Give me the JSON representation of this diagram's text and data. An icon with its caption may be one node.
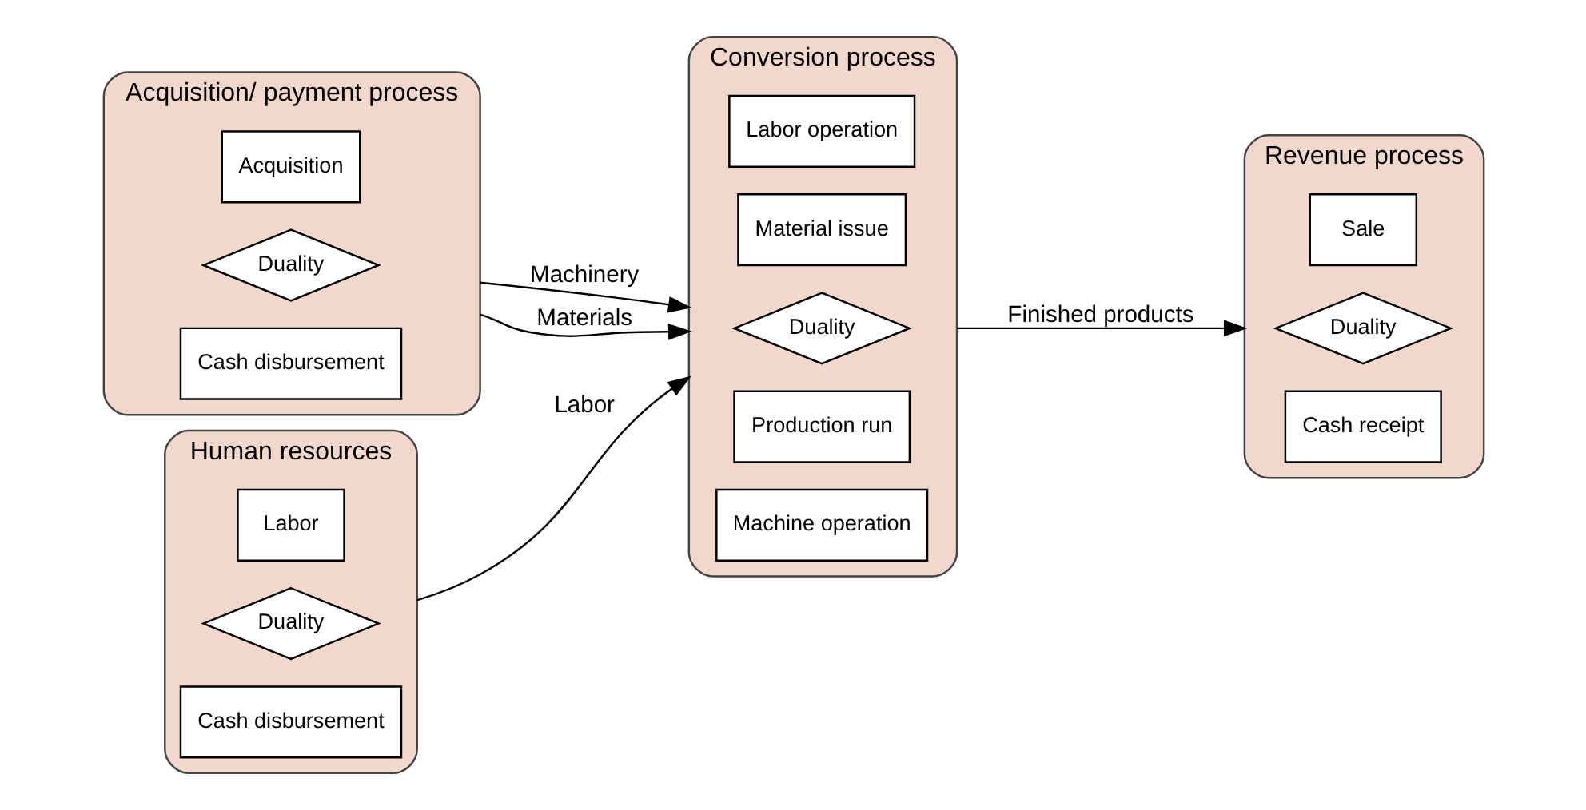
{
  "diagram": {
    "nodes": [
      {
        "text": [
          "Acquisition/ payment process"
        ]
      },
      {
        "text": [
          "Acquisition"
        ],
        "in": 0
      },
      {
        "text": [
          "Duality"
        ],
        "in": 0
      },
      {
        "text": [
          "Cash disbursement"
        ],
        "in": 0
      },
      {
        "text": [
          "Conversion process"
        ]
      },
      {
        "text": [
          "Labor operation"
        ],
        "in": 4
      },
      {
        "text": [
          "Material issue"
        ],
        "in": 4
      },
      {
        "text": [
          "Duality"
        ],
        "in": 4
      },
      {
        "text": [
          "Production run"
        ],
        "in": 4
      },
      {
        "text": [
          "Machine operation"
        ],
        "in": 4
      },
      {
        "text": [
          "Revenue process"
        ]
      },
      {
        "text": [
          "Sale"
        ],
        "in": 10
      },
      {
        "text": [
          "Duality"
        ],
        "in": 10
      },
      {
        "text": [
          "Cash receipt"
        ],
        "in": 10
      },
      {
        "text": [
          "Human resources"
        ]
      },
      {
        "text": [
          "Labor"
        ],
        "in": 14
      },
      {
        "text": [
          "Duality"
        ],
        "in": 14
      },
      {
        "text": [
          "Cash disbursement"
        ],
        "in": 14
      }
    ],
    "edges": [
      {
        "from": 0,
        "to": 4,
        "arrow": "to",
        "label": "Machinery"
      },
      {
        "from": 0,
        "to": 4,
        "arrow": "to",
        "label": "Materials"
      },
      {
        "from": 4,
        "to": 10,
        "arrow": "to",
        "label": "Finished products"
      },
      {
        "from": 14,
        "to": 4,
        "arrow": "to",
        "label": "Labor"
      }
    ]
  }
}
